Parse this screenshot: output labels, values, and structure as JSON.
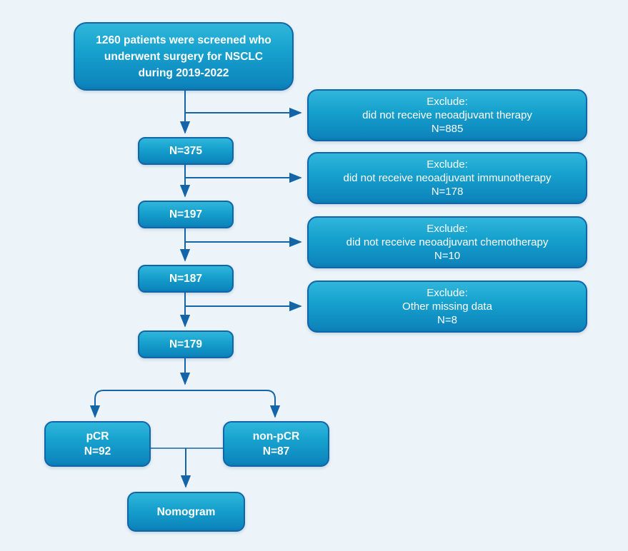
{
  "diagram": {
    "type": "patient-screening-flowchart",
    "colors": {
      "background": "#ecf4f9",
      "box_gradient_top": "#30b6db",
      "box_gradient_bottom": "#0d86bd",
      "box_border": "#1464a8",
      "connector": "#1464a8",
      "text": "#ffffff"
    },
    "nodes": {
      "start": {
        "text": "1260 patients were screened who underwent surgery for NSCLC during 2019-2022"
      },
      "n375": {
        "label": "N=375"
      },
      "n197": {
        "label": "N=197"
      },
      "n187": {
        "label": "N=187"
      },
      "n179": {
        "label": "N=179"
      },
      "exclude1": {
        "title": "Exclude:",
        "reason": "did not receive neoadjuvant therapy",
        "count": "N=885"
      },
      "exclude2": {
        "title": "Exclude:",
        "reason": "did not receive neoadjuvant immunotherapy",
        "count": "N=178"
      },
      "exclude3": {
        "title": "Exclude:",
        "reason": "did not receive neoadjuvant chemotherapy",
        "count": "N=10"
      },
      "exclude4": {
        "title": "Exclude:",
        "reason": "Other missing data",
        "count": "N=8"
      },
      "pcr": {
        "line1": "pCR",
        "line2": "N=92"
      },
      "nonpcr": {
        "line1": "non-pCR",
        "line2": "N=87"
      },
      "nomogram": {
        "label": "Nomogram"
      }
    }
  }
}
